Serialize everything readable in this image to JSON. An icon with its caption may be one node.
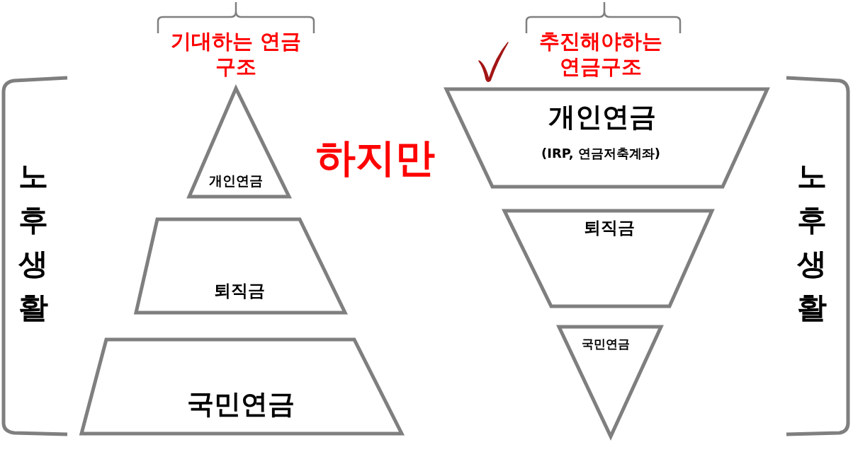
{
  "diagram": {
    "nodes": [
      {
        "text": [
          "개인연금"
        ]
      },
      {
        "text": [
          "퇴직금"
        ]
      },
      {
        "text": [
          "국민연금"
        ]
      },
      {
        "text": [
          "개인연금",
          "(IRP, 연금저축계좌)"
        ]
      },
      {
        "text": [
          "퇴직금"
        ]
      },
      {
        "text": [
          "국민연금"
        ]
      }
    ],
    "labels": [
      "노후생활",
      "기대하는 연금구조",
      "하지만",
      "추진해야하는 연금구조",
      "노후생활"
    ]
  }
}
